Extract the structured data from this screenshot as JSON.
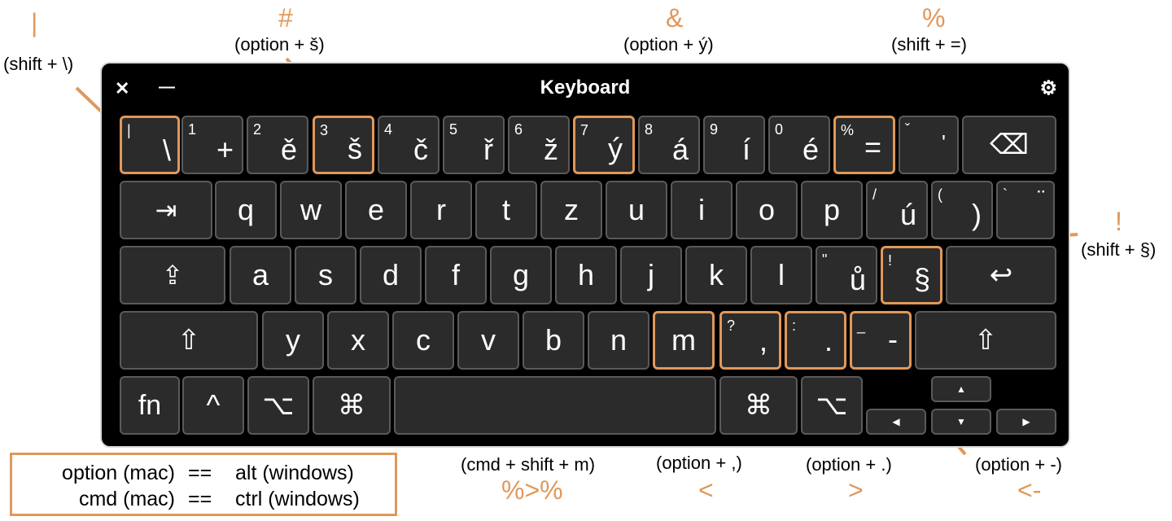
{
  "window": {
    "title": "Keyboard",
    "close_glyph": "✕",
    "minimize_glyph": "—",
    "settings_glyph": "⚙"
  },
  "keys": {
    "backslash": {
      "alt": "|",
      "main": "\\"
    },
    "k1": {
      "alt": "1",
      "main": "+"
    },
    "k2": {
      "alt": "2",
      "main": "ě"
    },
    "k3": {
      "alt": "3",
      "main": "š"
    },
    "k4": {
      "alt": "4",
      "main": "č"
    },
    "k5": {
      "alt": "5",
      "main": "ř"
    },
    "k6": {
      "alt": "6",
      "main": "ž"
    },
    "k7": {
      "alt": "7",
      "main": "ý"
    },
    "k8": {
      "alt": "8",
      "main": "á"
    },
    "k9": {
      "alt": "9",
      "main": "í"
    },
    "k0": {
      "alt": "0",
      "main": "é"
    },
    "equals": {
      "alt": "%",
      "main": "="
    },
    "caron": {
      "alt": "ˇ",
      "main": "'"
    },
    "delete": {
      "main": "⌫"
    },
    "tab": {
      "main": "⇥"
    },
    "q": "q",
    "w": "w",
    "e": "e",
    "r": "r",
    "t": "t",
    "z": "z",
    "u": "u",
    "i": "i",
    "o": "o",
    "p": "p",
    "u_acute": {
      "alt": "/",
      "main": "ú"
    },
    "paren": {
      "alt": "(",
      "main": ")"
    },
    "grave": {
      "alt": "`",
      "main": "¨"
    },
    "capslock": {
      "main": "⇪"
    },
    "a": "a",
    "s": "s",
    "d": "d",
    "f": "f",
    "g": "g",
    "h": "h",
    "j": "j",
    "k": "k",
    "l": "l",
    "u_ring": {
      "alt": "\"",
      "main": "ů"
    },
    "section": {
      "alt": "!",
      "main": "§"
    },
    "return": {
      "main": "↩"
    },
    "shift_left": {
      "main": "⇧"
    },
    "y": "y",
    "x": "x",
    "c": "c",
    "v": "v",
    "b": "b",
    "n": "n",
    "m": "m",
    "comma": {
      "alt": "?",
      "main": ","
    },
    "period": {
      "alt": ":",
      "main": "."
    },
    "minus": {
      "alt": "_",
      "main": "-"
    },
    "shift_right": {
      "main": "⇧"
    },
    "fn": "fn",
    "control": "^",
    "option_left": "⌥",
    "command_left": "⌘",
    "command_right": "⌘",
    "option_right": "⌥",
    "arrow_up": "▲",
    "arrow_left": "◀",
    "arrow_down": "▼",
    "arrow_right": "▶"
  },
  "annotations": [
    {
      "id": "pipe",
      "symbol": "|",
      "combo": "(shift + \\)"
    },
    {
      "id": "hash",
      "symbol": "#",
      "combo": "(option + š)"
    },
    {
      "id": "amp",
      "symbol": "&",
      "combo": "(option + ý)"
    },
    {
      "id": "percent",
      "symbol": "%",
      "combo": "(shift + =)"
    },
    {
      "id": "excl",
      "symbol": "!",
      "combo": "(shift + §)"
    },
    {
      "id": "pipe_op",
      "symbol": "%>%",
      "combo": "(cmd + shift + m)"
    },
    {
      "id": "lt",
      "symbol": "<",
      "combo": "(option + ,)"
    },
    {
      "id": "gt",
      "symbol": ">",
      "combo": "(option + .)"
    },
    {
      "id": "assign",
      "symbol": "<-",
      "combo": "(option + -)"
    }
  ],
  "legend": [
    {
      "left": "option (mac)",
      "op": "==",
      "right": "alt (windows)"
    },
    {
      "left": "cmd (mac)",
      "op": "==",
      "right": "ctrl (windows)"
    }
  ],
  "colors": {
    "accent": "#e0985a",
    "window_bg": "#000000",
    "key_bg": "#2b2b2b",
    "key_border": "#5a5a5a"
  }
}
